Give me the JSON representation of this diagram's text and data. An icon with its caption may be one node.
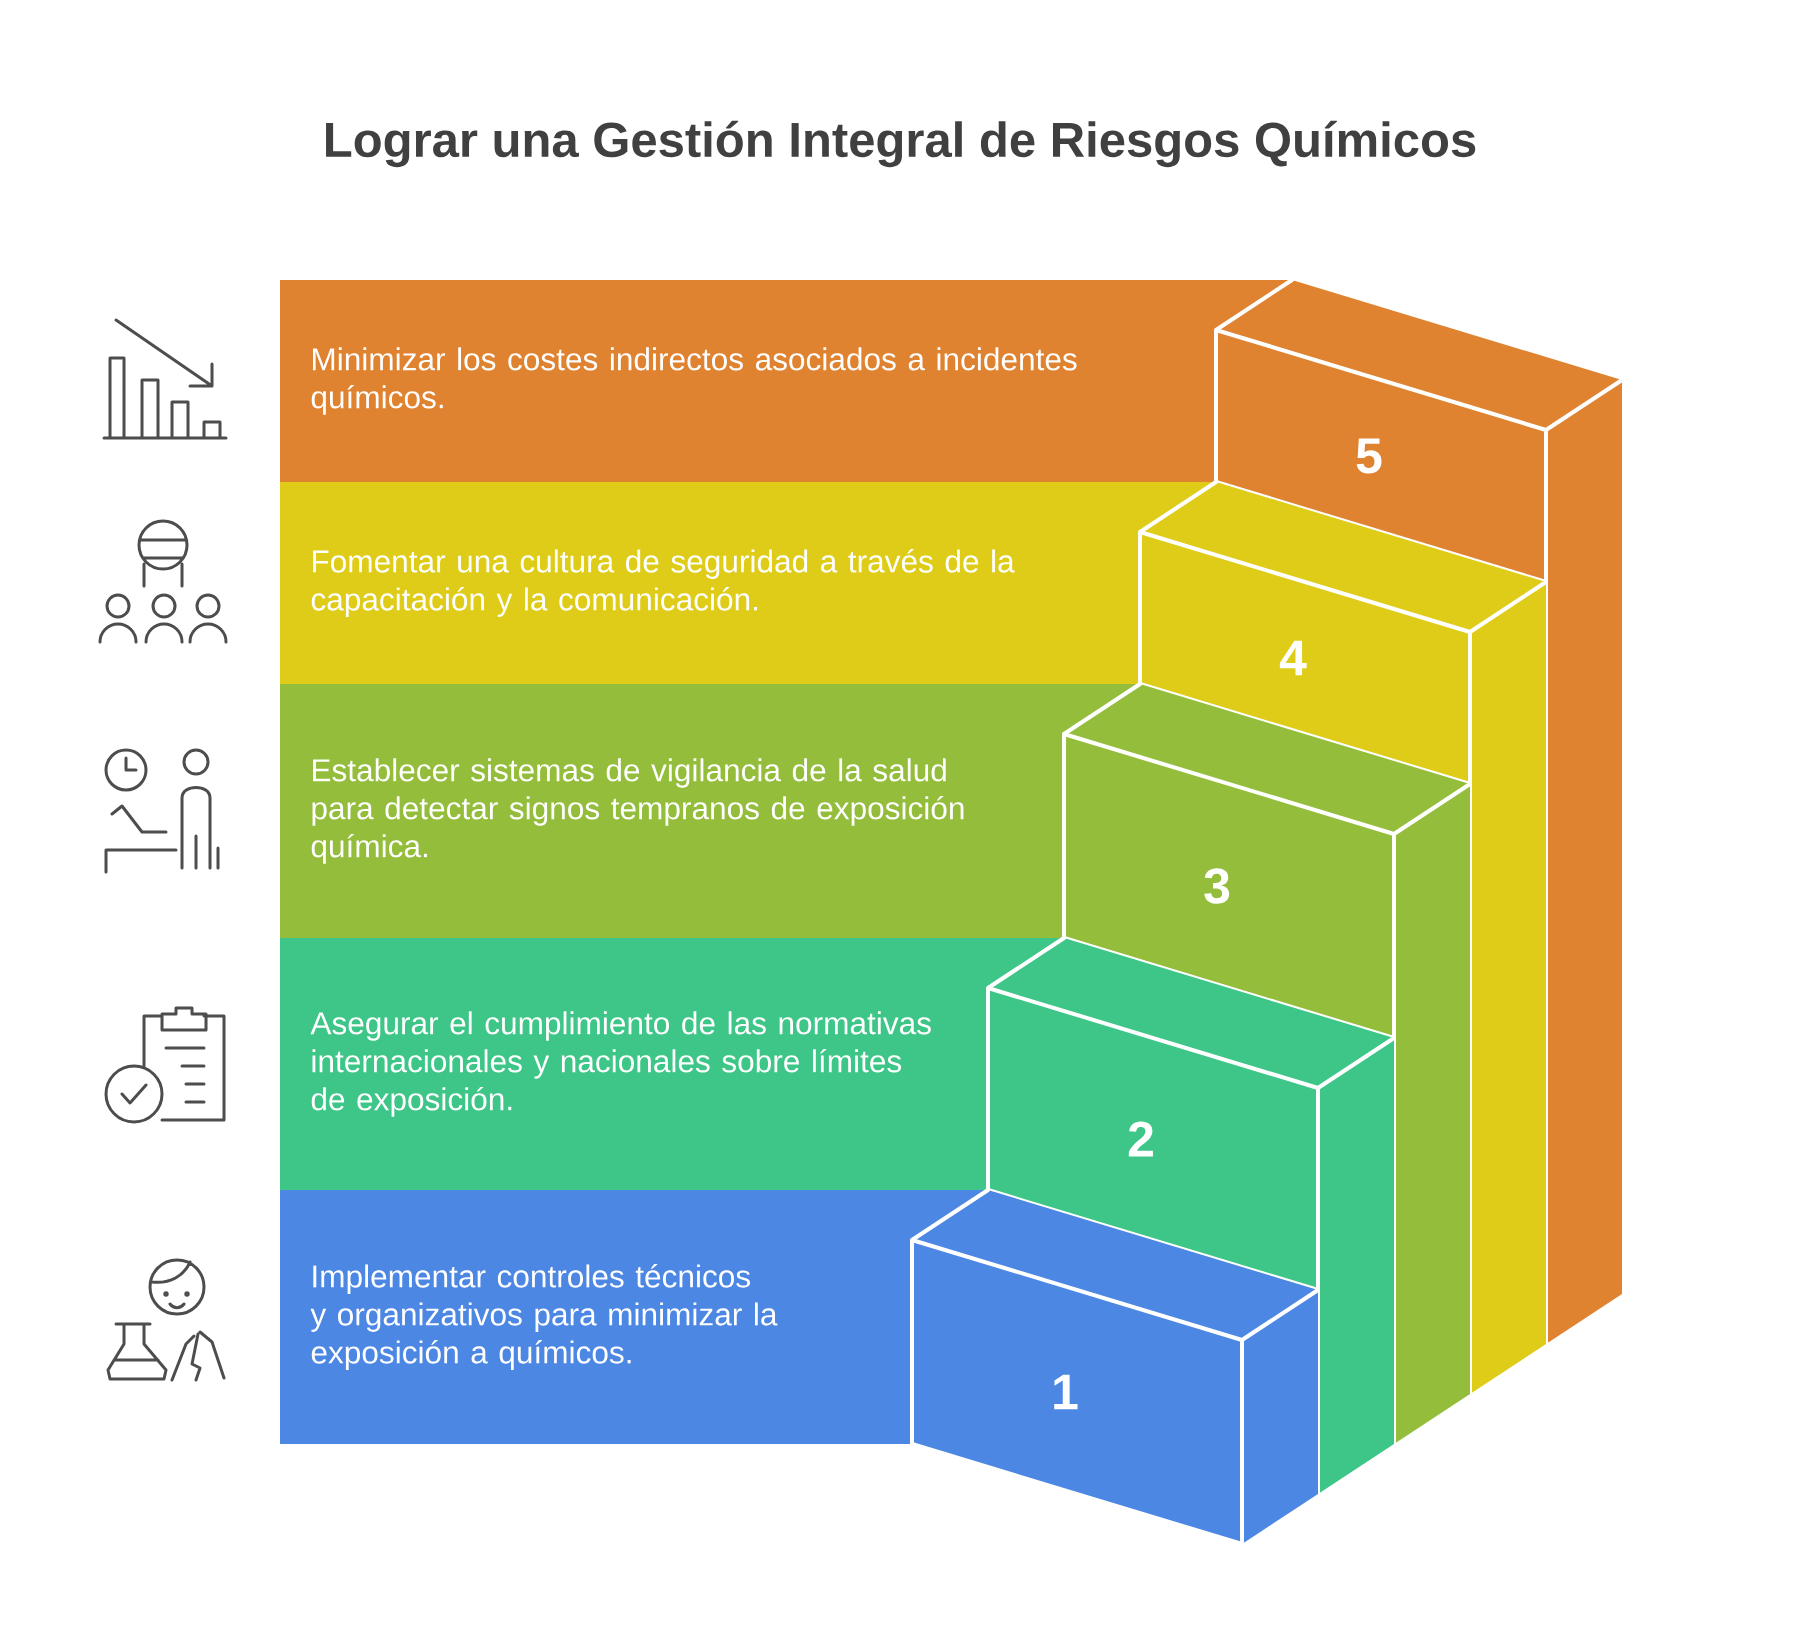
{
  "diagram": {
    "title": "Lograr una Gestión Integral de Riesgos Químicos",
    "nodes": [
      {
        "text": [
          "Minimizar los costes indirectos asociados a incidentes químicos.",
          "5"
        ]
      },
      {
        "text": [
          "Fomentar una cultura de seguridad a través de la capacitación y la comunicación.",
          "4"
        ]
      },
      {
        "text": [
          "Establecer sistemas de vigilancia de la salud para detectar signos tempranos de exposición química.",
          "3"
        ]
      },
      {
        "text": [
          "Asegurar el cumplimiento de las normativas internacionales y nacionales sobre límites de exposición.",
          "2"
        ]
      },
      {
        "text": [
          "Implementar controles técnicos y organizativos para minimizar la exposición a químicos.",
          "1"
        ]
      }
    ]
  }
}
